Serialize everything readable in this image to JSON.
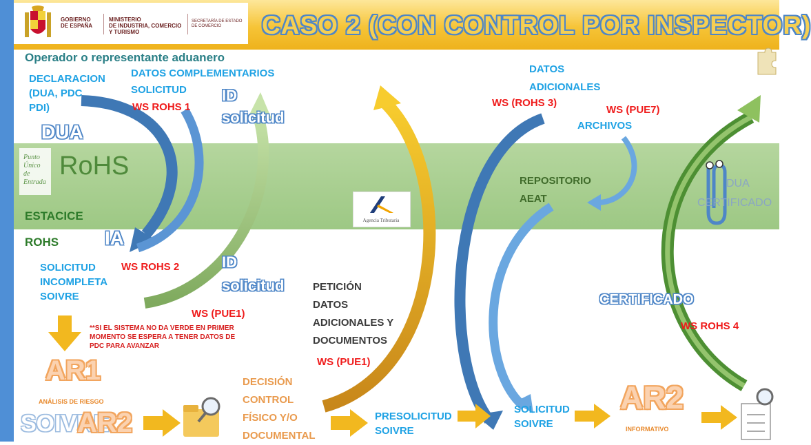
{
  "header": {
    "gov_line1": "GOBIERNO",
    "gov_line2": "DE ESPAÑA",
    "ministry_line1": "MINISTERIO",
    "ministry_line2": "DE INDUSTRIA, COMERCIO",
    "ministry_line3": "Y TURISMO",
    "secretaria_line1": "SECRETARÍA DE ESTADO",
    "secretaria_line2": "DE COMERCIO",
    "title": "CASO 2 (CON CONTROL POR INSPECTOR)"
  },
  "lanes": {
    "operator": "Operador o representante aduanero",
    "estacice_line1": "ESTACICE",
    "estacice_line2": "ROHS"
  },
  "logos": {
    "rohs_small_line1": "Punto",
    "rohs_small_line2": "Único",
    "rohs_small_line3": "de Entrada",
    "rohs_big": "RoHS",
    "agencia": "Agencia Tributaria"
  },
  "labels": {
    "declaracion_line1": "DECLARACION",
    "declaracion_line2": "(DUA, PDC",
    "declaracion_line3": "PDI)",
    "dua": "DUA",
    "datos_complementarios": "DATOS COMPLEMENTARIOS",
    "solicitud": "SOLICITUD",
    "ws_rohs_1": "WS ROHS 1",
    "id_top_1": "ID",
    "id_top_2": "solicitud",
    "ia": "IA",
    "ws_rohs_2": "WS ROHS  2",
    "solicitud_incompleta_1": "SOLICITUD",
    "solicitud_incompleta_2": "INCOMPLETA",
    "solicitud_incompleta_3": "SOIVRE",
    "id_bottom_1": "ID",
    "id_bottom_2": "solicitud",
    "ws_pue1_a": "WS (PUE1)",
    "note_1": "**SI EL SISTEMA NO DA VERDE EN PRIMER",
    "note_2": "MOMENTO SE ESPERA A TENER DATOS DE",
    "note_3": "PDC PARA AVANZAR",
    "ar1": "AR1",
    "analisis": "ANÁLISIS DE RIESGO",
    "soivre_ghost": "SOIVRE",
    "ar2_left": "AR2",
    "decision_1": "DECISIÓN",
    "decision_2": "CONTROL",
    "decision_3": "FÍSICO Y/O",
    "decision_4": "DOCUMENTAL",
    "peticion_1": "PETICIÓN",
    "peticion_2": "DATOS",
    "peticion_3": "ADICIONALES Y",
    "peticion_4": "DOCUMENTOS",
    "ws_pue1_b": "WS (PUE1)",
    "presolicitud_1": "PRESOLICITUD",
    "presolicitud_2": "SOIVRE",
    "datos_adicionales_1": "DATOS",
    "datos_adicionales_2": "ADICIONALES",
    "ws_rohs_3": "WS (ROHS 3)",
    "ws_pue7": "WS (PUE7)",
    "archivos": "ARCHIVOS",
    "repositorio_1": "REPOSITORIO",
    "repositorio_2": "AEAT",
    "solicitud_soivre_1": "SOLICITUD",
    "solicitud_soivre_2": "SOIVRE",
    "ar2_right": "AR2",
    "informativo": "INFORMATIVO",
    "certificado": "CERTIFICADO",
    "ws_rohs_4": "WS ROHS  4",
    "dua_cert_1": "DUA",
    "dua_cert_2": "CERTIFICADO"
  },
  "icons": [
    "spain-crest-icon",
    "puzzle-icon",
    "paperclip-icon",
    "agencia-tributaria-logo",
    "folder-magnifier-icon",
    "checklist-magnifier-icon"
  ],
  "colors": {
    "header_gold": "#f6c437",
    "band_green": "#a8cf8f",
    "arrow_dark_blue": "#3f78b5",
    "arrow_light_blue": "#6aa7e0",
    "arrow_green": "#8fc16a",
    "arrow_gold": "#f2b81f",
    "label_blue": "#1fa2e4",
    "label_red": "#ef1b1b"
  }
}
